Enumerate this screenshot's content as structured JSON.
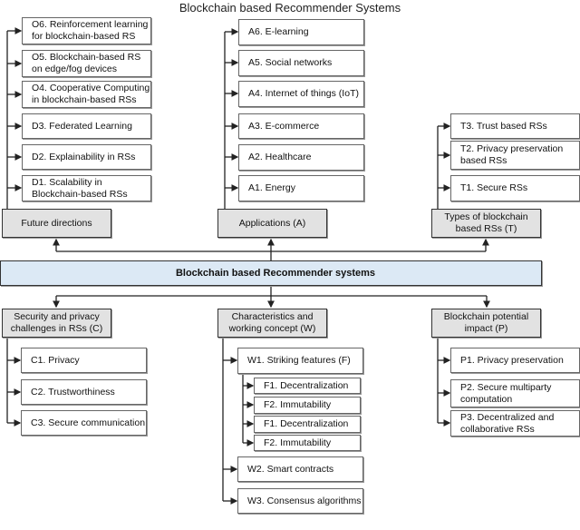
{
  "title": "Blockchain based Recommender Systems",
  "main": "Blockchain based Recommender systems",
  "future": {
    "label": "Future directions",
    "items": [
      "O6. Reinforcement learning for blockchain-based RS",
      "O5. Blockchain-based RS on edge/fog devices",
      "O4. Cooperative Computing in blockchain-based RSs",
      "D3. Federated Learning",
      "D2. Explainability in RSs",
      "D1. Scalability in Blockchain-based RSs"
    ]
  },
  "applications": {
    "label": "Applications (A)",
    "items": [
      "A6. E-learning",
      "A5. Social networks",
      "A4. Internet of things (IoT)",
      "A3. E-commerce",
      "A2. Healthcare",
      "A1. Energy"
    ]
  },
  "types": {
    "label": "Types of blockchain based RSs (T)",
    "items": [
      "T3. Trust based RSs",
      "T2. Privacy preservation based RSs",
      "T1. Secure RSs"
    ]
  },
  "security": {
    "label": "Security and privacy challenges in RSs (C)",
    "items": [
      "C1. Privacy",
      "C2. Trustworthiness",
      "C3. Secure communication"
    ]
  },
  "characteristics": {
    "label": "Characteristics and working concept (W)",
    "w1": "W1. Striking features (F)",
    "features": [
      "F1. Decentralization",
      "F2. Immutability",
      "F1. Decentralization",
      "F2. Immutability"
    ],
    "w2": "W2. Smart contracts",
    "w3": "W3. Consensus algorithms"
  },
  "impact": {
    "label": "Blockchain potential impact (P)",
    "items": [
      "P1. Privacy preservation",
      "P2. Secure multiparty computation",
      "P3. Decentralized and collaborative RSs"
    ]
  },
  "colors": {
    "main_fill": "#dce9f5",
    "category_fill": "#e2e2e2"
  }
}
